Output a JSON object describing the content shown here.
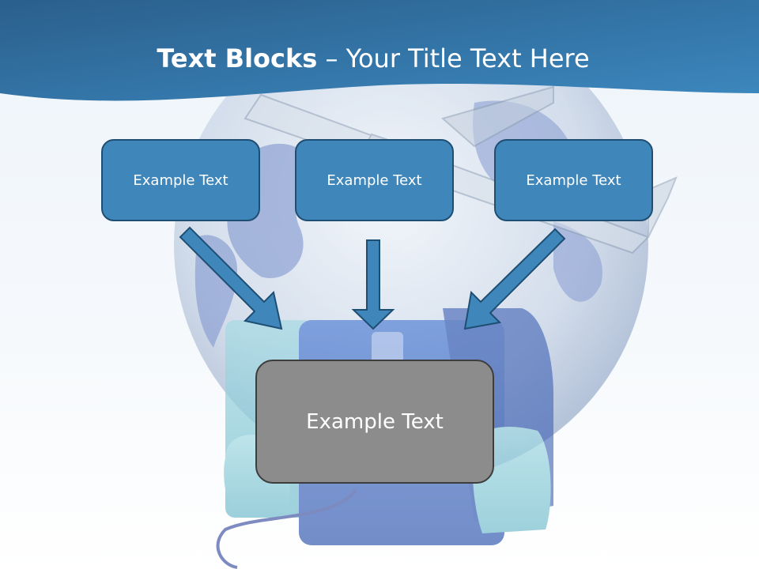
{
  "title": {
    "bold": "Text Blocks",
    "dash": " – ",
    "rest": "Your Title Text Here"
  },
  "boxes": [
    {
      "label": "Example Text"
    },
    {
      "label": "Example Text"
    },
    {
      "label": "Example Text"
    }
  ],
  "target": {
    "label": "Example Text"
  },
  "colors": {
    "header": "#2f6f9f",
    "box_fill": "#3f87bb",
    "box_border": "#1f4e73",
    "target_fill": "#8c8c8c",
    "arrow_fill": "#3f87bb"
  }
}
